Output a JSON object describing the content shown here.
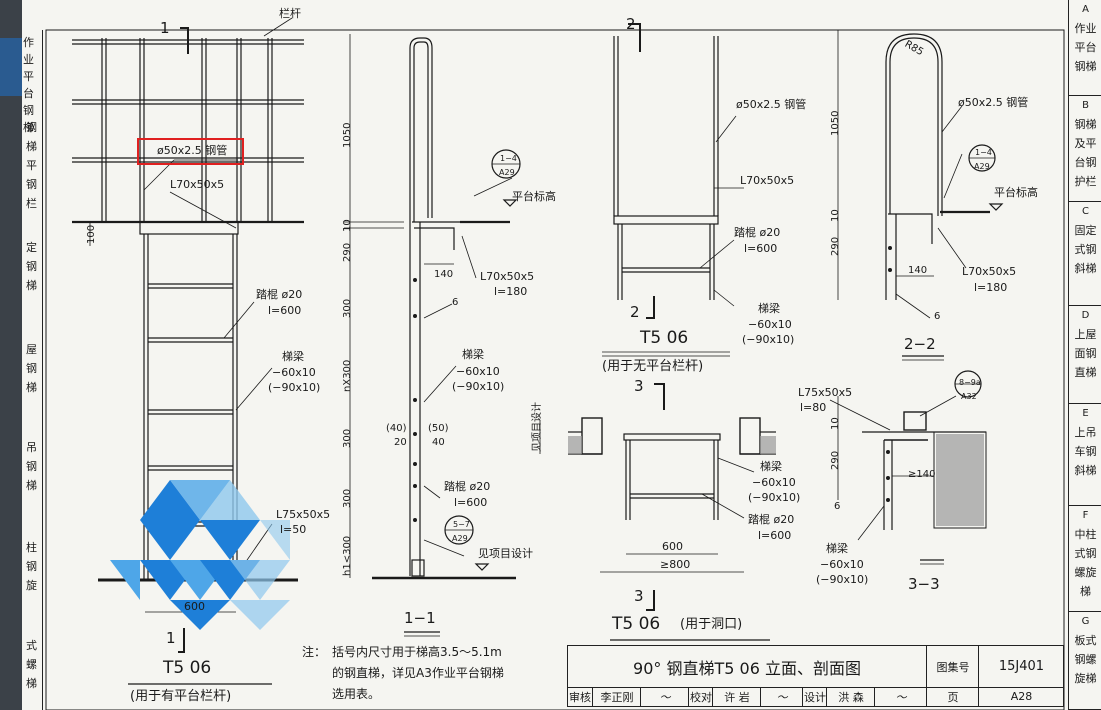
{
  "sidebar": {
    "cells": [
      {
        "letter": "A",
        "text": "作业\n平台\n钢梯"
      },
      {
        "letter": "B",
        "text": "钢梯\n及平\n台钢\n护栏"
      },
      {
        "letter": "C",
        "text": "固定\n式钢\n斜梯"
      },
      {
        "letter": "D",
        "text": "上屋\n面钢\n直梯"
      },
      {
        "letter": "E",
        "text": "上吊\n车钢\n斜梯"
      },
      {
        "letter": "F",
        "text": "中柱\n式钢\n螺旋\n梯"
      },
      {
        "letter": "G",
        "text": "板式\n钢螺\n旋梯"
      }
    ]
  },
  "left_strip_texts": [
    "作业",
    "平台",
    "钢梯",
    "钢梯",
    "平",
    "钢",
    "栏",
    "定",
    "钢",
    "梯",
    "屋",
    "钢",
    "梯",
    "吊",
    "钢",
    "梯",
    "柱",
    "钢",
    "旋",
    "式",
    "螺",
    "梯"
  ],
  "elevation_left": {
    "section_mark": "1",
    "railing_label": "栏杆",
    "pipe_label": "ø50x2.5 钢管",
    "angle_label": "L70x50x5",
    "dim_100": "100",
    "rung_label": "踏棍 ø20",
    "rung_length": "l=600",
    "stringer_label": "梯梁",
    "stringer_size": "−60x10",
    "stringer_size_alt": "(−90x10)",
    "bottom_angle": "L75x50x5",
    "bottom_angle_len": "l=50",
    "width_dim": "600",
    "bottom_mark": "1",
    "caption_title": "T5  06",
    "caption_note": "(用于有平台栏杆)"
  },
  "section_1_1": {
    "dim_1050": "1050",
    "dim_10": "10",
    "dim_290": "290",
    "dim_300a": "300",
    "dim_n300": "nX300",
    "dim_300b": "300",
    "dim_300c": "300",
    "dim_h1": "h1<300",
    "dim_40a": "(40)",
    "dim_20": "20",
    "dim_50": "(50)",
    "dim_40b": "40",
    "dim_140": "140",
    "platform_label": "平台标高",
    "angle_label": "L70x50x5",
    "angle_len": "l=180",
    "weld_6": "6",
    "stringer_label": "梯梁",
    "stringer_size": "−60x10",
    "stringer_size_alt": "(−90x10)",
    "rung_label": "踏棍 ø20",
    "rung_length": "l=600",
    "ref_label": "见项目设计",
    "detail_ref_top": "1−4",
    "detail_ref_bot": "A29",
    "detail_ref2_top": "5−7",
    "detail_ref2_bot": "A29",
    "caption": "1−1"
  },
  "elevation_mid": {
    "section_mark": "2",
    "pipe_label": "ø50x2.5 钢管",
    "angle_label": "L70x50x5",
    "rung_label": "踏棍 ø20",
    "rung_length": "l=600",
    "stringer_label": "梯梁",
    "stringer_size": "−60x10",
    "stringer_size_alt": "(−90x10)",
    "bottom_mark": "2",
    "caption_title": "T5  06",
    "caption_note": "(用于无平台栏杆)"
  },
  "section_2_2": {
    "radius": "R85",
    "pipe_label": "ø50x2.5 钢管",
    "detail_ref_top": "1−4",
    "detail_ref_bot": "A29",
    "platform_label": "平台标高",
    "dim_1050": "1050",
    "dim_10": "10",
    "dim_290": "290",
    "dim_140": "140",
    "angle_label": "L70x50x5",
    "angle_len": "l=180",
    "weld_6": "6",
    "caption": "2−2"
  },
  "opening_plan": {
    "section_mark": "3",
    "side_label": "见项目设计",
    "stringer_label": "梯梁",
    "stringer_size": "−60x10",
    "stringer_size_alt": "(−90x10)",
    "rung_label": "踏棍 ø20",
    "rung_length": "l=600",
    "dim_600": "600",
    "dim_800": "≥800",
    "bottom_mark": "3",
    "caption_title": "T5  06",
    "caption_note": "(用于洞口)"
  },
  "section_3_3": {
    "angle_label": "L75x50x5",
    "angle_len": "l=80",
    "detail_ref_top": "8−9a",
    "detail_ref_bot": "A32",
    "dim_10": "10",
    "dim_290": "290",
    "dim_140": "≥140",
    "weld_6": "6",
    "stringer_label": "梯梁",
    "stringer_size": "−60x10",
    "stringer_size_alt": "(−90x10)",
    "caption": "3−3"
  },
  "note": {
    "prefix": "注：",
    "line1": "括号内尺寸用于梯高3.5～5.1m",
    "line2": "的钢直梯，详见A3作业平台钢梯",
    "line3": "选用表。"
  },
  "title_block": {
    "title": "90° 钢直梯T5 06 立面、剖面图",
    "atlas_label": "图集号",
    "atlas_no": "15J401",
    "review_label": "审核",
    "reviewer": "李正刚",
    "check_label": "校对",
    "checker": "许  岩",
    "design_label": "设计",
    "designer": "洪  森",
    "page_label": "页",
    "page_no": "A28"
  },
  "colors": {
    "ink": "#1a1a1a",
    "paper": "#f5f5f1",
    "highlight": "#e02020",
    "watermark_blue": "#1e7fd8",
    "watermark_light": "#8ec8ee"
  }
}
